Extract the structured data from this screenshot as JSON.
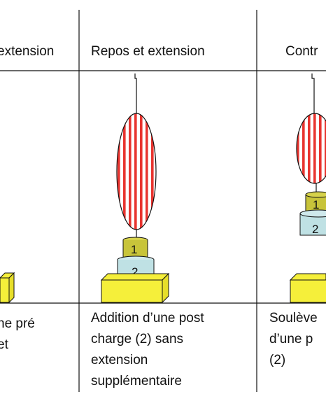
{
  "columns": [
    {
      "header": "extension",
      "caption": "ne pré\net"
    },
    {
      "header": "Repos et extension",
      "caption": "Addition d’une post\ncharge (2) sans\nextension\nsupplémentaire"
    },
    {
      "header": "Contr",
      "caption": "Soulève\nd’une p\n(2)"
    }
  ],
  "weights": {
    "w1": "1",
    "w2": "2"
  },
  "colors": {
    "line": "#111111",
    "stripe_red": "#e8342f",
    "weight1": "#c8c43a",
    "weight2": "#bfe1e4",
    "base": "#f5ef3a"
  }
}
